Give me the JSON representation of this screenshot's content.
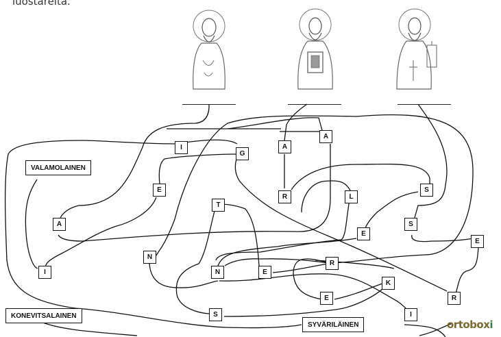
{
  "intro_text": "luostareita.",
  "icons": [
    "saint-icon-1",
    "saint-icon-2",
    "saint-icon-3"
  ],
  "names": [
    "VALAMOLAINEN",
    "KONEVITSALAINEN",
    "SYVÄRILÄINEN"
  ],
  "letters": {
    "l1": "I",
    "l2": "G",
    "l3": "A",
    "l4": "A",
    "l5": "E",
    "l6": "R",
    "l7": "T",
    "l8": "L",
    "l9": "S",
    "l10": "A",
    "l11": "S",
    "l12": "E",
    "l13": "E",
    "l14": "N",
    "l15": "I",
    "l16": "N",
    "l17": "E",
    "l18": "R",
    "l19": "K",
    "l20": "E",
    "l21": "R",
    "l22": "S",
    "l23": "I"
  },
  "logo": {
    "part1": "ortobox",
    "part2": "i",
    "brand_color": "#3b7a45"
  }
}
